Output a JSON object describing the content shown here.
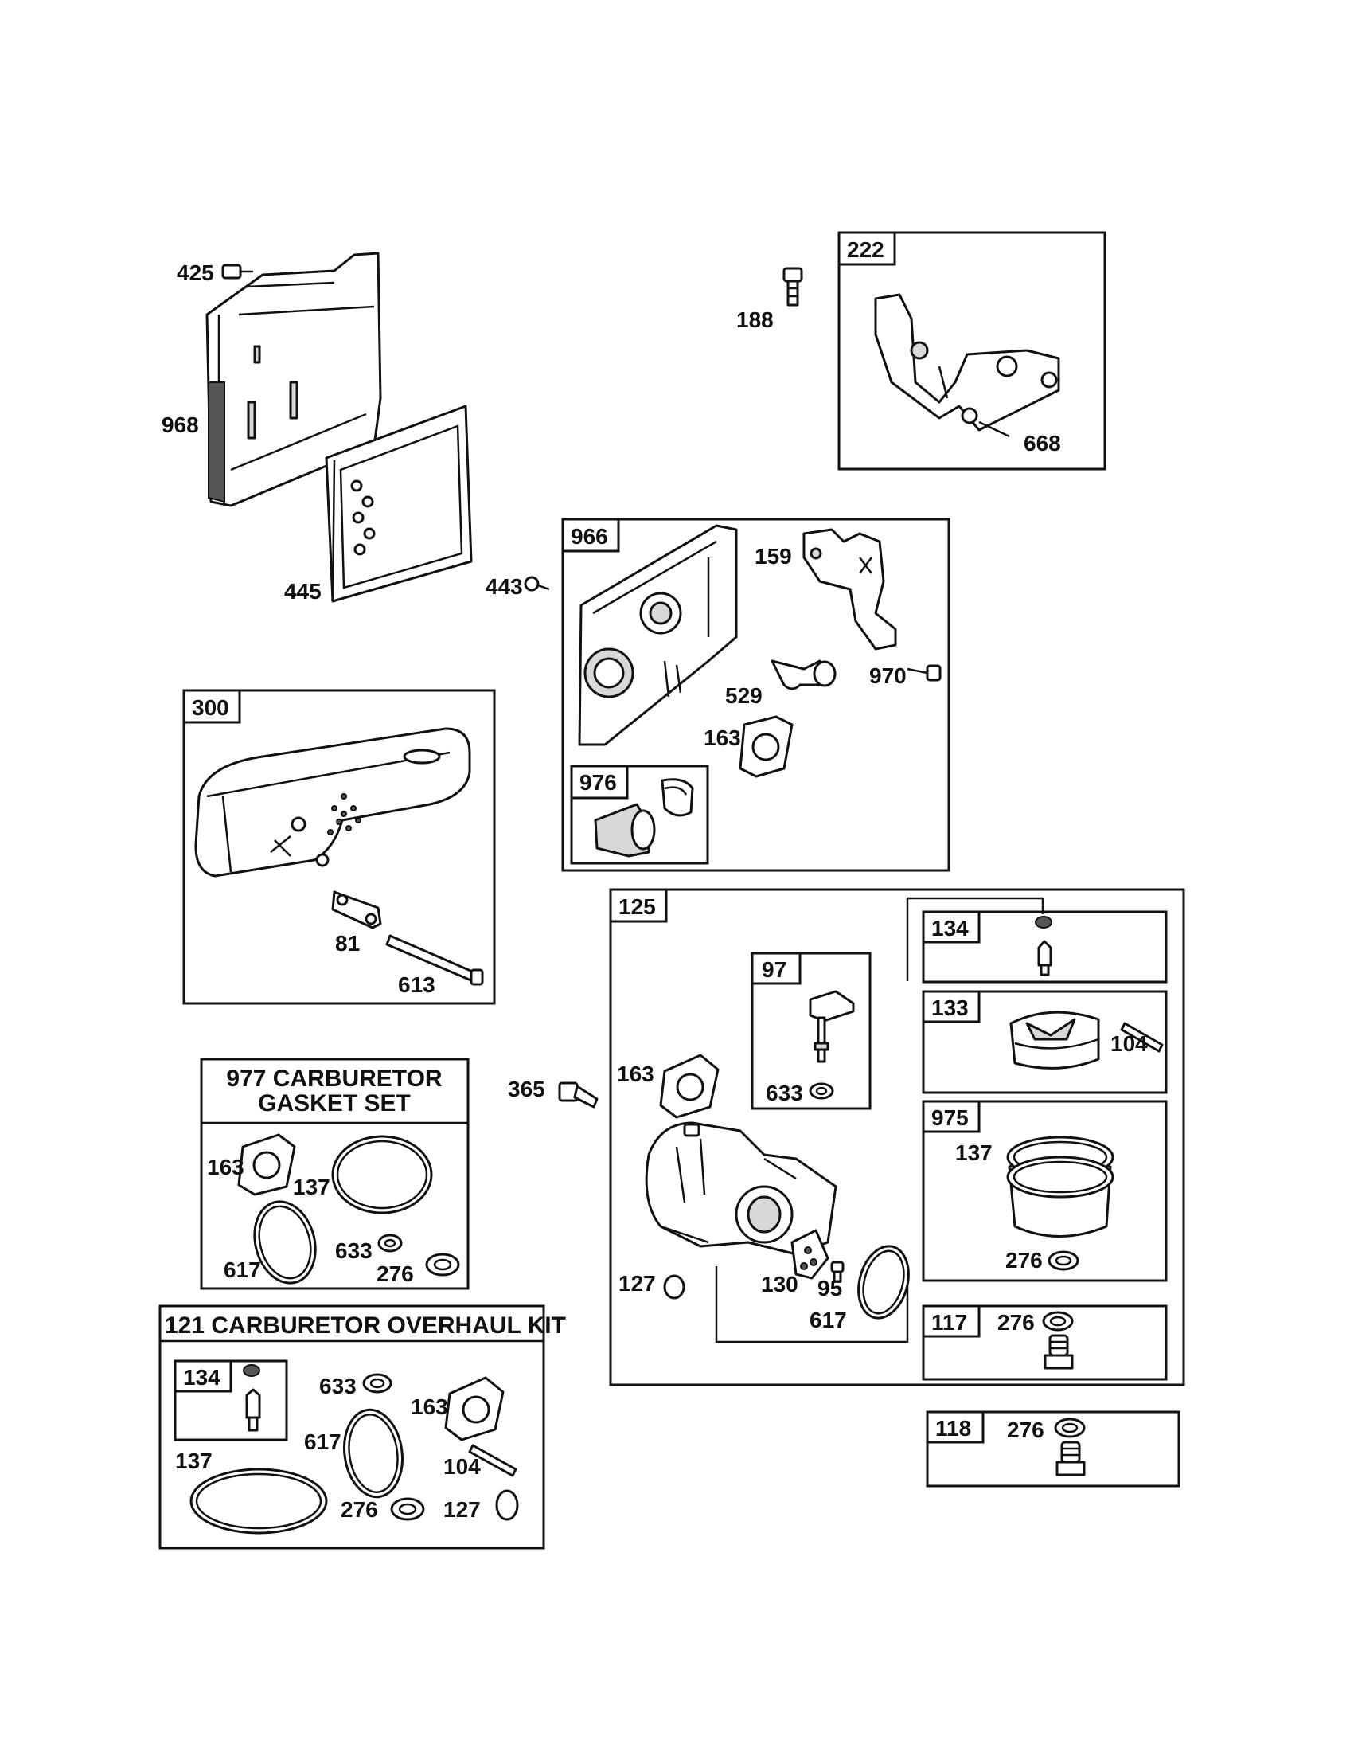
{
  "parts": {
    "p425": "425",
    "p968": "968",
    "p445": "445",
    "p188": "188",
    "p668": "668",
    "p443": "443",
    "p159": "159",
    "p529": "529",
    "p970": "970",
    "p163a": "163",
    "p81": "81",
    "p613": "613",
    "p163b": "163",
    "p137a": "137",
    "p617a": "617",
    "p633a": "633",
    "p276a": "276",
    "p365": "365",
    "p163c": "163",
    "p633b": "633",
    "p127a": "127",
    "p130": "130",
    "p95": "95",
    "p617b": "617",
    "p104a": "104",
    "p137b": "137",
    "p276b": "276",
    "p276c": "276",
    "p276d": "276",
    "p633c": "633",
    "p163d": "163",
    "p617c": "617",
    "p104b": "104",
    "p137c": "137",
    "p276e": "276",
    "p127b": "127"
  },
  "boxes": {
    "b222": "222",
    "b966": "966",
    "b976": "976",
    "b300": "300",
    "b125": "125",
    "b97": "97",
    "b134a": "134",
    "b133": "133",
    "b975": "975",
    "b117": "117",
    "b118": "118",
    "b134b": "134"
  },
  "kits": {
    "gasket_line1": "977 CARBURETOR",
    "gasket_line2": "GASKET SET",
    "overhaul": "121 CARBURETOR OVERHAUL KIT"
  }
}
